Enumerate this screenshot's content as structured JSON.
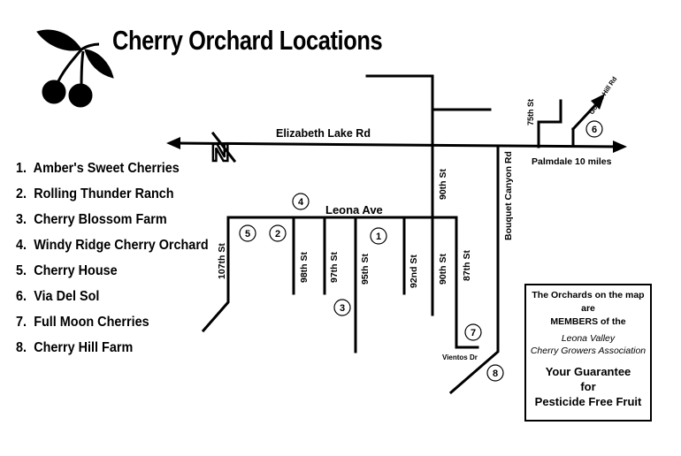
{
  "title": "Cherry Orchard Locations",
  "legend": [
    {
      "num": "1.",
      "name": "Amber's Sweet Cherries"
    },
    {
      "num": "2.",
      "name": "Rolling Thunder Ranch"
    },
    {
      "num": "3.",
      "name": "Cherry Blossom Farm"
    },
    {
      "num": "4.",
      "name": "Windy Ridge Cherry Orchard"
    },
    {
      "num": "5.",
      "name": "Cherry House"
    },
    {
      "num": "6.",
      "name": "Via Del Sol"
    },
    {
      "num": "7.",
      "name": "Full Moon Cherries"
    },
    {
      "num": "8.",
      "name": "Cherry Hill Farm"
    }
  ],
  "roads": {
    "elizabeth_lake": "Elizabeth Lake Rd",
    "leona": "Leona Ave",
    "palmdale": "Palmdale 10 miles",
    "st_107": "107th St",
    "st_98": "98th St",
    "st_97": "97th St",
    "st_95": "95th St",
    "st_92": "92nd St",
    "st_90_lower": "90th St",
    "st_90_upper": "90th St",
    "st_87": "87th St",
    "st_75": "75th St",
    "bouquet": "Bouquet Canyon Rd",
    "godde": "Godde Hill Rd",
    "vientos": "Vientos Dr",
    "north": "N"
  },
  "markers": [
    "1",
    "2",
    "3",
    "4",
    "5",
    "6",
    "7",
    "8"
  ],
  "infobox": {
    "line1a": "The Orchards on the map are",
    "line1b": "MEMBERS of the",
    "line2a": "Leona Valley",
    "line2b": "Cherry Growers Association",
    "line3a": "Your Guarantee",
    "line3b": "for",
    "line3c": "Pesticide Free Fruit"
  },
  "colors": {
    "ink": "#000000",
    "background": "#ffffff"
  },
  "icons": [
    "cherry-icon",
    "north-arrow-icon"
  ]
}
